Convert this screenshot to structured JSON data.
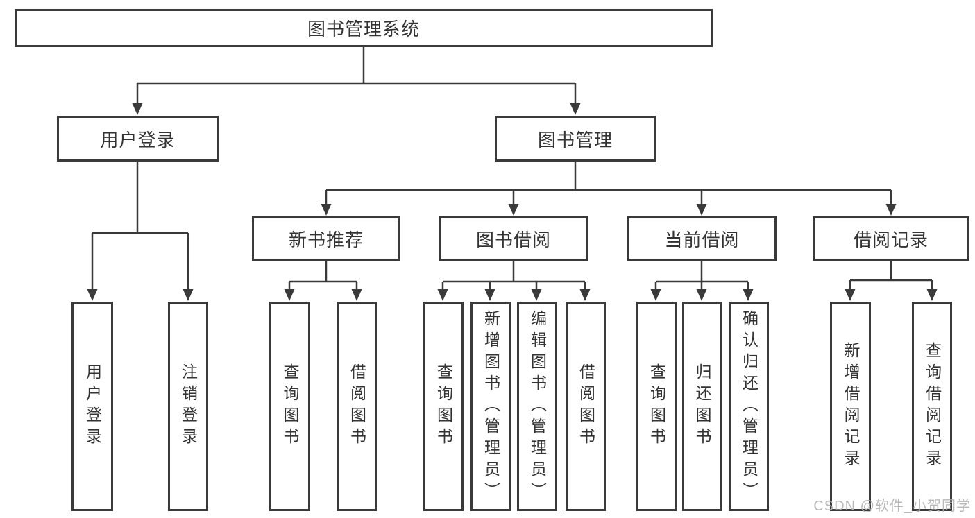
{
  "tree": {
    "root": "图书管理系统",
    "l2": [
      "用户登录",
      "图书管理"
    ],
    "l3": [
      "新书推荐",
      "图书借阅",
      "当前借阅",
      "借阅记录"
    ],
    "leaves_user_login": [
      "用户登录",
      "注销登录"
    ],
    "leaves_new_books": [
      "查询图书",
      "借阅图书"
    ],
    "leaves_book_borrow": [
      "查询图书",
      "新增图书（管理员）",
      "编辑图书（管理员）",
      "借阅图书"
    ],
    "leaves_current_borrow": [
      "查询图书",
      "归还图书",
      "确认归还（管理员）"
    ],
    "leaves_borrow_records": [
      "新增借阅记录",
      "查询借阅记录"
    ]
  },
  "watermark": "CSDN @软件_小贺同学",
  "colors": {
    "line": "#3a3a3a",
    "box_border": "#3a3a3a",
    "box_fill": "#ffffff",
    "text": "#333333",
    "watermark": "#b2b2b2",
    "background": "#ffffff"
  }
}
